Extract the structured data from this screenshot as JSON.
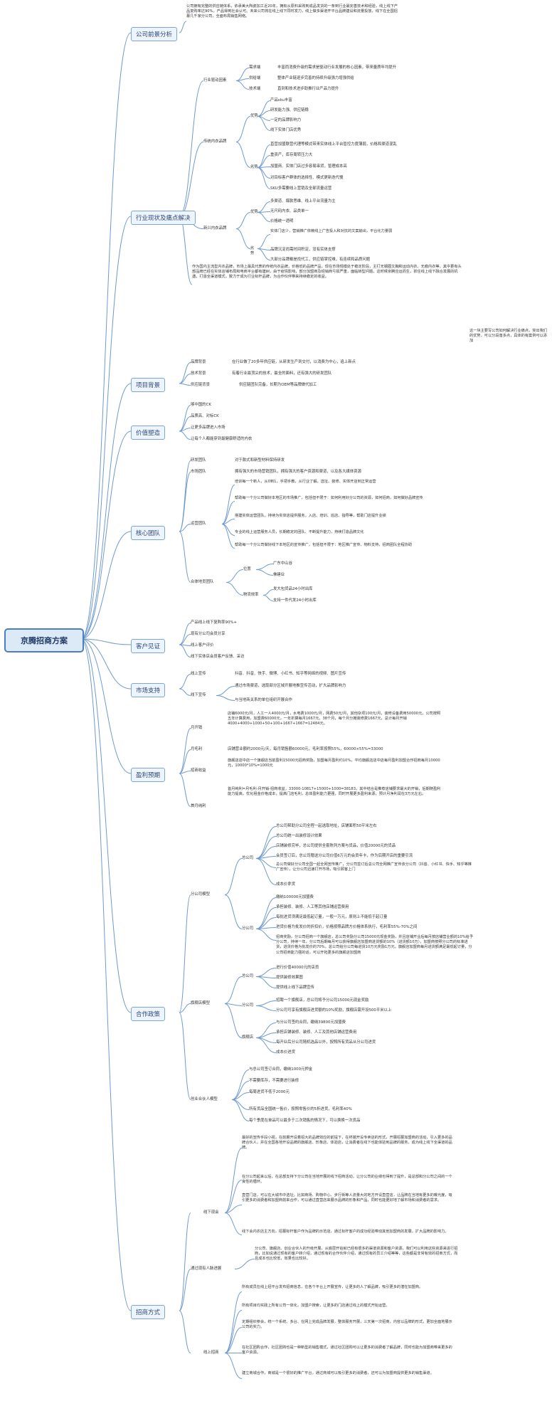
{
  "root": "京腾招商方案",
  "t1": {
    "company": "公司前景分析",
    "industry": "行业现状及痛点解决",
    "project": "项目背景",
    "value": "价值塑造",
    "team": "核心团队",
    "customer": "客户见证",
    "market": "市场支持",
    "profit": "盈利预期",
    "policy": "合作政策",
    "method": "招商方式"
  },
  "company_text": "公司拥有完整的供应链体系，依承美大陶瓷加工近20年，拥有从原料采购到成品发货的一条到行业最完善技术和经验，线上线下产品复购率达90%，产品得到社会认可。未来公司将在线上线下同时发力，线上做多渠道开平台品牌建设和流量投放，线下在全国招募几千家分公司，全面布局销售网络。",
  "industry": {
    "driver": "行业驱动因素",
    "drivers": [
      {
        "k": "需求端",
        "v": "丰富而消费升级的需求是驱动行业发展的核心因素，带来量质年均提升"
      },
      {
        "k": "供给端",
        "v": "整体产业链逐步完善的持续升级强力增强供给"
      },
      {
        "k": "技术端",
        "v": "直到和技术进步助推行业产品力提升"
      }
    ],
    "traditional": "传统内衣品牌",
    "trad_adv_k": "优势",
    "trad_adv": [
      "产品sku丰富",
      "研发能力强、供应链稳",
      "一定的品牌影响力",
      "线下实体门店优秀"
    ],
    "trad_dis_k": "劣势",
    "trad_dis": [
      "直营加盟联营代理等模式带来实体线上平台管控力度薄弱，价格和渠道混乱",
      "重资产，库存周转压力大",
      "加盟商、实体门店过多容易串货，管理成本高",
      "对目标客户群体的选择性、模式更新迭代慢",
      "SKU多需要线上营销及全部流量运营"
    ],
    "new": "新兴内衣品牌",
    "new_adv_k": "优势",
    "new_adv": [
      "多渠道、爆款思维、线上平台流量为主",
      "无尺码内衣、品类单一",
      "价格统一透明"
    ],
    "new_dis_k": "劣势",
    "new_dis": [
      "实体门店少，营销推广依赖线上广告投入和对抗的文案输出，平台化力量弱",
      "品牌沉淀尚需时间积淀，没有实体支撑",
      "大部分品牌都是找代工，供应链掌控难，有连续和品质问题"
    ],
    "summary": "作为国内主流型内衣品牌，市场上最具代表的传统内衣品牌，价格低的品牌产品，现在市场规模处于稳定阶段，主打无钢圈文胸和运动内衣、无痕内衣等，其中更有头部品牌已经在实体店铺布局和电商平台都有建树，由于疫情影响，部分加盟商及经销商亏损严重，面临转型问题，这时候京腾应运而生，抓住线上线下融合发展的机遇，打造全渠道模式，致力于成为行业标杆品牌，为合作伙伴带来持续稳定的收益。",
    "note": "这一块主要写公司如何解决行业痛点，突出我们的优势，可以分段落多点，具体的有案例可以添加"
  },
  "project": [
    {
      "k": "品牌背景",
      "v": "在行业做了20多年供应链，从研发生产到交付，以消费为中心，追上新点"
    },
    {
      "k": "技术背景",
      "v": "有着行业最顶尖的技术，最全的面料，还有强大的研发团队"
    },
    {
      "k": "供应链背景",
      "v": "供应链团队完备，长期为OEM等品牌做代加工"
    }
  ],
  "value": [
    "够中国的CK",
    "品质高、对标CK",
    "让更多品牌进入市场",
    "让每个人都能穿到最健康舒适的内衣"
  ],
  "team": {
    "rd_k": "研发团队",
    "rd": "对于款式和新型材料保持研发",
    "mkt_k": "市场团队",
    "mkt": "拥有强大的市场营销团队，拥有强大的客户资源和渠道，以及各大媒体资源",
    "ops_k": "运营团队",
    "ops": [
      "培训每一个新人，从0到1，手把手教，从行业了解，选址、装修、实体开店到正常运营",
      "帮助每一个分公司做好本地区的市场推广，包括但不限于：如何利用好分公司的资源，如何招商，如何做好品牌宣传",
      "搭建实体运营团队，持续为实体店提供服务，入店、培训、巡店、指导等，帮助门店提升业绩",
      "专业的线上运营服务人员，长期稳定的团队、不断提升能力，持续打造品牌文化",
      "帮助每一个分公司做好线下本地区的宣传推广，包括但不限于：地区推广宣传、物料支持，招商团队全程协助"
    ],
    "wh_k": "合体地员团队",
    "loc_k": "位置",
    "loc": [
      "广东中山谷",
      "佛建业"
    ],
    "eff_k": "物流效率",
    "eff": [
      "发大包货品24小时出库",
      "支持一件代发24小时出库"
    ]
  },
  "customer": [
    "产品线上线下复购率90%+",
    "现有分公司会员分享",
    "线上客户评价",
    "线下实体店会员客户反馈、采访"
  ],
  "market": {
    "online_k": "线上宣传",
    "online": "抖音、抖音、快手、微博、小红书、知乎等网络的视频、图片宣传",
    "offline_k": "线下宣传",
    "offline": [
      "通过市场渠道，选取部分区域开展地推宣传活动，扩大品牌影响力",
      "与当地商关系的单位组织开展合作"
    ]
  },
  "profit": {
    "cost_k": "月开销",
    "cost": "店铺6000元/月，人工一人4000元/月，水电费1000元/月，网费50元/月，其他杂项100元/月，装修设备费用50000元，公司按照五年计算费用，加盟费60000元，一年折算每月1667元，38个月，每个月分摊装修费1667元，总计每月开销4000+4000+1000+50+100+1667+1667=12484元。",
    "gross_k": "月毛利",
    "gross": "店铺营业额约2000元/天，每月销售额60000元，毛利率按照55%，60000×55%=33000",
    "inv_k": "招商收益",
    "inv": "旗舰店店中店一个旗舰店当前盈利15000元招商奖励，加盟每月盈利约10%，平均旗舰店店中店每月盈利加盟合作招商每月10000元，10000*10%=1000元",
    "net_k": "首月纯利",
    "net": "首月纯利=月毛利-月开销-招商收益，33000-10817+15000+1000=38183，其中结合是推荐店铺要求最大的开销，后期随盈利能力提高，优化租金价格成本，提高门店毛利，总体盈利能力更强，同时开展更多盈利来源，预计月净利润在3万元左右。"
  },
  "policy": {
    "model_k": "分公司模型",
    "hq_k": "总公司",
    "hq": [
      "总公司帮助分公司全程一起选取地址，店铺面积50平米左右",
      "总公司统一出装修设计效果",
      "店铺装修完毕，总公司提供全套陈列方案与货品，价值20000元的货品",
      "会员签订后，总公司赠送分公司价值6万元的会员年卡，作为后期开店的重要引流",
      "总公司做好分公司全国一起全网宣传推广，分公司签订后总公司全网推广宣传该分公司（抖音、小红书、快手、知乎等推广宣传），让分公司迅速打开市场，吸引顾客上门",
      "成本价拿货"
    ],
    "br_k": "分公司",
    "br": [
      "缴纳100000元加盟费",
      "承担装修、装修、人工等其他店铺运营费用",
      "每批进货须满足最低起订量，一般一万元，原则上不能低于起订量",
      "进货价格为批发价的折扣价，价格按照品牌方价格体系执行，毛利率55%-70%之间",
      "招商奖励，分公司招商一个旗舰店，总公司奖励分公司15000元现金奖励，并且店铺开业后每月按店铺营业额的10%给予分公司，持续一年，分公司后期每月可以获得旗舰店加盟商进货额的10%（进货额10万），加盟商按照分公司的标准进货，进货价格为批发价的70%，总公司给分公司每进货10万元奖励1万元，旗舰店加盟商每月进货额满足最低起订量，分公司招商能力强的话，可以开拓更多的旗舰店加盟商"
    ],
    "flag_k": "旗舰店模型",
    "flag_hq_k": "总公司",
    "flag_hq": [
      "进行价值40000元的店员",
      "提供装修效果图",
      "提供线上线下品牌宣传"
    ],
    "flag_br_k": "分公司",
    "flag_br": [
      "招聘一个旗舰店，总公司将予分公司15000元现金奖励",
      "分公司可享有旗舰店进货额的10%奖励，旗舰店需开设500平米以上"
    ],
    "flag_own_k": "旗舰店",
    "flag_own": [
      "与分公司签约合同，缴纳39800元加盟费",
      "承担店铺装修、装修、人工及其他店铺运营费用",
      "每开业后分公司随机选品以外，按照所有货品从分公司进货",
      "成本价进货"
    ],
    "partner_k": "创业合伙人模型",
    "partner": [
      "与总公司签订合同，缴纳1000元押金",
      "不需要库存，不需要进行装修",
      "每周进货不低于2000元",
      "所有货品全国统一售价，按照零售价的5折进货，毛利率40%",
      "每个季度在单品可以最多于二次销售的情况下，可以换换一次货品"
    ]
  },
  "method": {
    "offline_k": "线下现会",
    "offline": [
      "最好的宣传手段小视，在前期开设着招大的品牌效应的前提下，在终端开设专卖店的形式，开展招募加盟商的活动，引入更多的品牌合伙人，并在全国各地开设品牌的旗舰店、形象店、体验店，让消费者在线下也能体验到品牌的服务，成为线上线下全渠道的品牌。",
      "在分公司起来以后，在总部支持下分公司在当地开展的线下招商活动，让分公司的业绩也得到了提升，是总部和分公司之间的一个良性的循环。",
      "直营门店，可以在大城市中选址，比如商场、购物中心、步行街等人流量大的地方开设直营店，让品牌在当地有更多的曝光度，吸引更多的消费者和加盟商前来合作，可以通过直营店来展示品牌的形象和产品，同时也能更好地了解市场和消费者的需求。",
      "线下会内衣店主方向，招募标杆客户作为品牌的示范店，通过标杆客户的成功经验带动其他加盟商的发展，扩大品牌的影响力。"
    ],
    "old_k": "通过现有人脉进展",
    "old": "分公司、旗舰店、创业合伙人的升级开展，从底层开始就已经有很多的渠道资源和客户资源，我们可以利用这些资源来进行招商，比如说通过现有的客户转介绍，通过现有的合作伙伴介绍，通过现有的员工介绍等等，这些都是非常有效的招商方式，而且成本也比较低，效果也比较好。",
    "online_k": "线上招商",
    "online": [
      "所有成员在线上招平台发布招商信息，在各个平台上开展宣传，让更多的人了解品牌，吸引更多的潜在加盟商。",
      "所有项目均实践上所有公司一体化，加盟户搜索，让更多的门店通过线上的模式开始运营。",
      "定期组织参会，统一个系统、多台、在网上完成品牌发展，整体服务开展，三天第一次招商，内容以品牌的形式，更加全面地展示公司的实力。",
      "在社区团购合作，社区团购也是一种新型的销售模式，通过社区团购可以让更多的消费者了解品牌，同时也能为加盟商带来更多的客户资源。",
      "建立商城合作，商城是一个很好的推广平台，通过商城可以吸引更多的消费者，还可以为加盟商提供更多的销售渠道。"
    ]
  }
}
